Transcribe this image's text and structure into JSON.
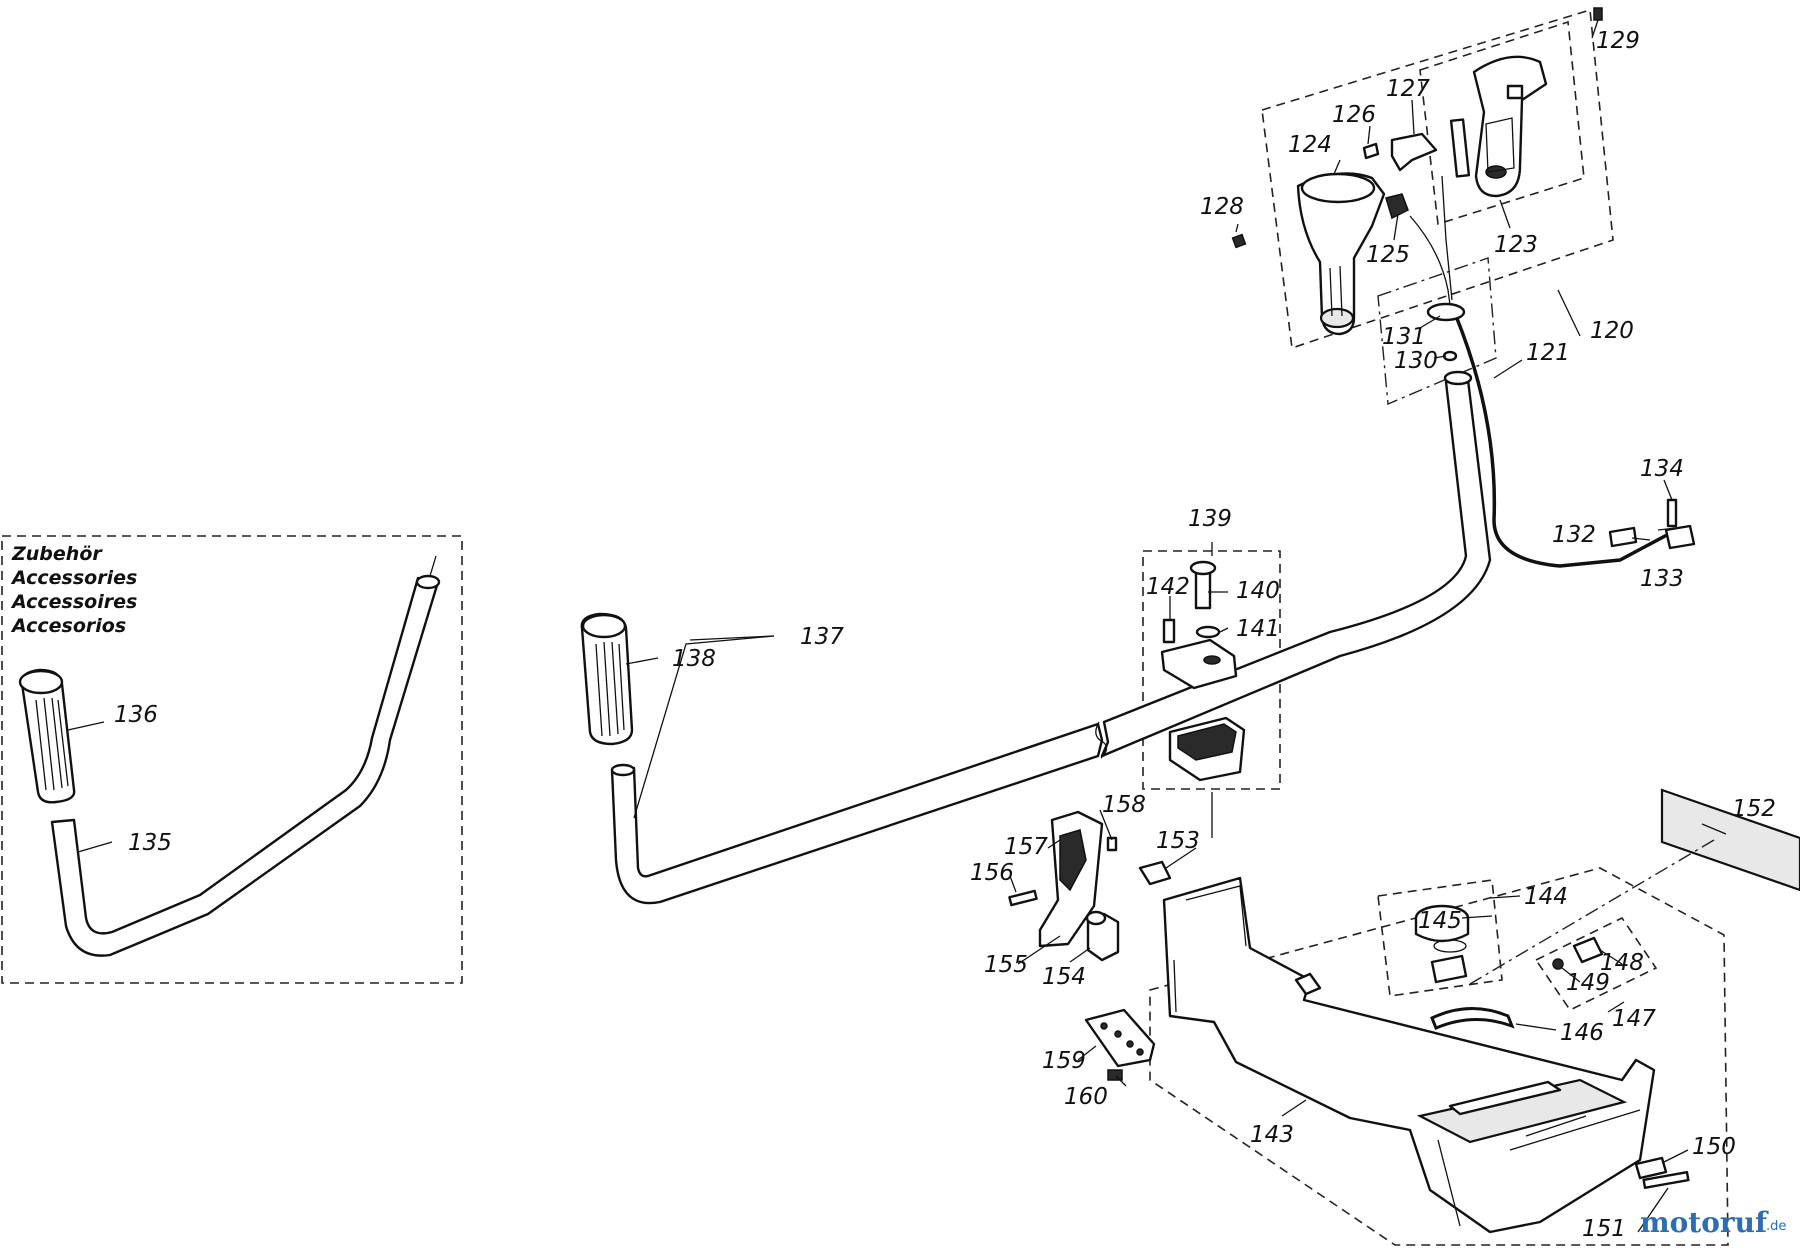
{
  "accessories_box": {
    "lines": [
      "Zubehör",
      "Accessories",
      "Accessoires",
      "Accesorios"
    ]
  },
  "part_numbers": [
    "120",
    "121",
    "123",
    "124",
    "125",
    "126",
    "127",
    "128",
    "129",
    "130",
    "131",
    "132",
    "133",
    "134",
    "135",
    "136",
    "137",
    "138",
    "139",
    "140",
    "141",
    "142",
    "143",
    "144",
    "145",
    "146",
    "147",
    "148",
    "149",
    "150",
    "151",
    "152",
    "153",
    "154",
    "155",
    "156",
    "157",
    "158",
    "159",
    "160"
  ],
  "watermark": {
    "brand": "motoruf",
    "suffix": ".de"
  }
}
